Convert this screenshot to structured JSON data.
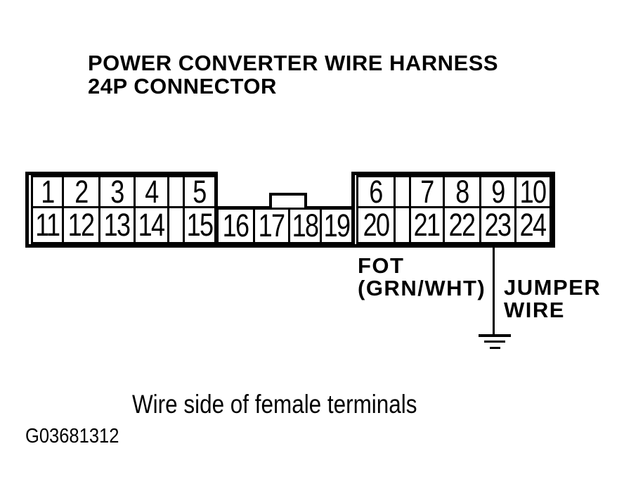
{
  "title": {
    "line1": "POWER CONVERTER WIRE HARNESS",
    "line2": "24P CONNECTOR"
  },
  "connector": {
    "description": "24P connector, wire side of female terminals",
    "top_row": [
      "1",
      "2",
      "3",
      "4",
      "5",
      "6",
      "7",
      "8",
      "9",
      "10"
    ],
    "bottom_row": [
      "11",
      "12",
      "13",
      "14",
      "15",
      "16",
      "17",
      "18",
      "19",
      "20",
      "21",
      "22",
      "23",
      "24"
    ]
  },
  "annotations": {
    "terminal_label": {
      "line1": "FOT",
      "line2": "(GRN/WHT)"
    },
    "jumper_label": {
      "line1": "JUMPER",
      "line2": "WIRE"
    },
    "jumper_from_pin": "23",
    "ground_icon": "earth-ground"
  },
  "caption": "Wire side of female terminals",
  "figure_id": "G03681312",
  "colors": {
    "ink": "#000000",
    "background": "#ffffff"
  }
}
